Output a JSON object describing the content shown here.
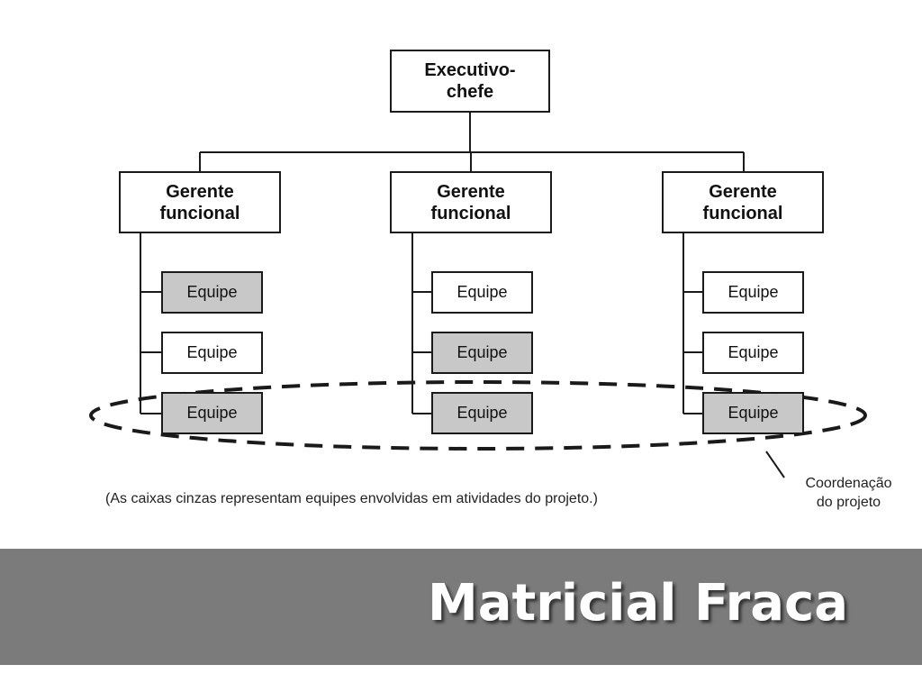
{
  "diagram": {
    "executive": {
      "line1": "Executivo-",
      "line2": "chefe"
    },
    "managers": [
      {
        "line1": "Gerente",
        "line2": "funcional"
      },
      {
        "line1": "Gerente",
        "line2": "funcional"
      },
      {
        "line1": "Gerente",
        "line2": "funcional"
      }
    ],
    "teams": [
      [
        {
          "label": "Equipe",
          "involved": true
        },
        {
          "label": "Equipe",
          "involved": false
        },
        {
          "label": "Equipe",
          "involved": true
        }
      ],
      [
        {
          "label": "Equipe",
          "involved": false
        },
        {
          "label": "Equipe",
          "involved": true
        },
        {
          "label": "Equipe",
          "involved": true
        }
      ],
      [
        {
          "label": "Equipe",
          "involved": false
        },
        {
          "label": "Equipe",
          "involved": false
        },
        {
          "label": "Equipe",
          "involved": true
        }
      ]
    ],
    "coordination_label": {
      "line1": "Coordenação",
      "line2": "do projeto"
    },
    "footnote": "(As caixas cinzas representam equipes envolvidas em atividades do projeto.)",
    "colors": {
      "involved": "#c8c8c8",
      "not_involved": "#ffffff",
      "line": "#1a1a1a"
    }
  },
  "banner": {
    "title": "Matricial Fraca",
    "color": "#7b7b7b"
  }
}
